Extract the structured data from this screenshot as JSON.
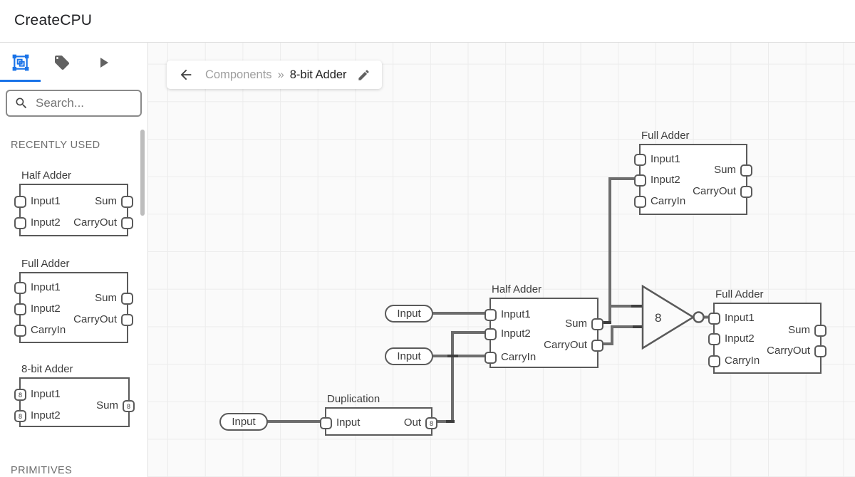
{
  "app": {
    "title": "CreateCPU"
  },
  "sidebar": {
    "tabs": [
      {
        "id": "components",
        "icon": "components-icon",
        "active": true
      },
      {
        "id": "tags",
        "icon": "tag-icon",
        "active": false
      },
      {
        "id": "simulate",
        "icon": "play-icon",
        "active": false
      }
    ],
    "search": {
      "placeholder": "Search..."
    },
    "recently_used_label": "RECENTLY USED",
    "primitives_label": "PRIMITIVES",
    "library": [
      {
        "title": "Half Adder",
        "inputs": [
          "Input1",
          "Input2"
        ],
        "outputs": [
          "Sum",
          "CarryOut"
        ]
      },
      {
        "title": "Full Adder",
        "inputs": [
          "Input1",
          "Input2",
          "CarryIn"
        ],
        "outputs": [
          "Sum",
          "CarryOut"
        ]
      },
      {
        "title": "8-bit Adder",
        "inputs": [
          "Input1",
          "Input2"
        ],
        "input_badges": [
          "8",
          "8"
        ],
        "outputs": [
          "Sum"
        ],
        "output_badges": [
          "8"
        ]
      }
    ]
  },
  "breadcrumb": {
    "parent": "Components",
    "separator": "»",
    "current": "8-bit Adder"
  },
  "canvas": {
    "nodes": {
      "full_adder_top": {
        "title": "Full Adder",
        "in": [
          "Input1",
          "Input2",
          "CarryIn"
        ],
        "out": [
          "Sum",
          "CarryOut"
        ]
      },
      "half_adder": {
        "title": "Half Adder",
        "in": [
          "Input1",
          "Input2",
          "CarryIn"
        ],
        "out": [
          "Sum",
          "CarryOut"
        ]
      },
      "full_adder_right": {
        "title": "Full Adder",
        "in": [
          "Input1",
          "Input2",
          "CarryIn"
        ],
        "out": [
          "Sum",
          "CarryOut"
        ]
      },
      "duplication": {
        "title": "Duplication",
        "in": [
          "Input"
        ],
        "out": [
          "Out"
        ],
        "out_badge": "8"
      },
      "not_gate": {
        "label": "8"
      }
    },
    "pills": [
      {
        "label": "Input"
      },
      {
        "label": "Input"
      },
      {
        "label": "Input"
      }
    ]
  },
  "colors": {
    "accent": "#1a73e8",
    "wire": "#6d6d6d",
    "node_border": "#5a5a5a"
  }
}
